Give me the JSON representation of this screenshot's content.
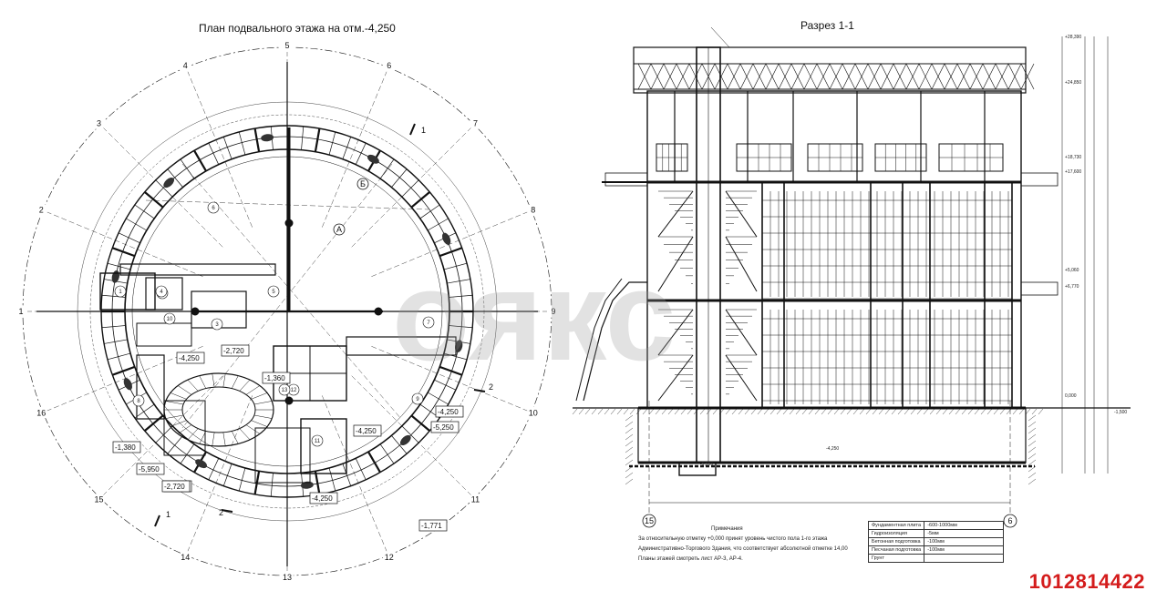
{
  "plan": {
    "title": "План подвального этажа на отм.-4,250",
    "axis_labels": [
      "1",
      "2",
      "3",
      "4",
      "5",
      "6",
      "7",
      "8",
      "9",
      "10",
      "11",
      "12",
      "13",
      "14",
      "15",
      "16"
    ],
    "row_labels": [
      "А",
      "Б"
    ],
    "section_mark": "1",
    "section_mark_2": "2",
    "room_numbers": [
      "1",
      "2",
      "3",
      "4",
      "5",
      "6",
      "7",
      "8",
      "9",
      "10",
      "11",
      "12",
      "13"
    ],
    "level_marks": [
      "-2,720",
      "-1,380",
      "-4,250",
      "-1,360",
      "-5,950",
      "-2,720",
      "-4,250",
      "-1,771",
      "-4,250",
      "-2,720",
      "-5,250",
      "-4,250"
    ]
  },
  "section": {
    "title": "Разрез 1-1",
    "elevations": [
      "+28,390",
      "+24,850",
      "+18,730",
      "+17,600",
      "+5,060",
      "+6,770",
      "0,000",
      "-1,500",
      "-4,250",
      "-5,950"
    ],
    "axes": [
      "15",
      "6"
    ]
  },
  "notes": {
    "heading": "Примечания",
    "lines": [
      "За относительную отметку +0,000 принят уровень чистого пола 1-го этажа",
      "Административно-Торгового Здания, что соответствует абсолютной отметке 14,00",
      "Планы этажей смотреть лист АР-3, АР-4."
    ]
  },
  "layers": [
    {
      "name": "Фундаментная плита",
      "value": "-600-1000мм"
    },
    {
      "name": "Гидроизоляция",
      "value": "-5мм"
    },
    {
      "name": "Бетонная подготовка",
      "value": "-100мм"
    },
    {
      "name": "Песчаная подготовка",
      "value": "-100мм"
    },
    {
      "name": "Грунт",
      "value": ""
    }
  ],
  "watermark": "оякс",
  "listing_id": "1012814422"
}
